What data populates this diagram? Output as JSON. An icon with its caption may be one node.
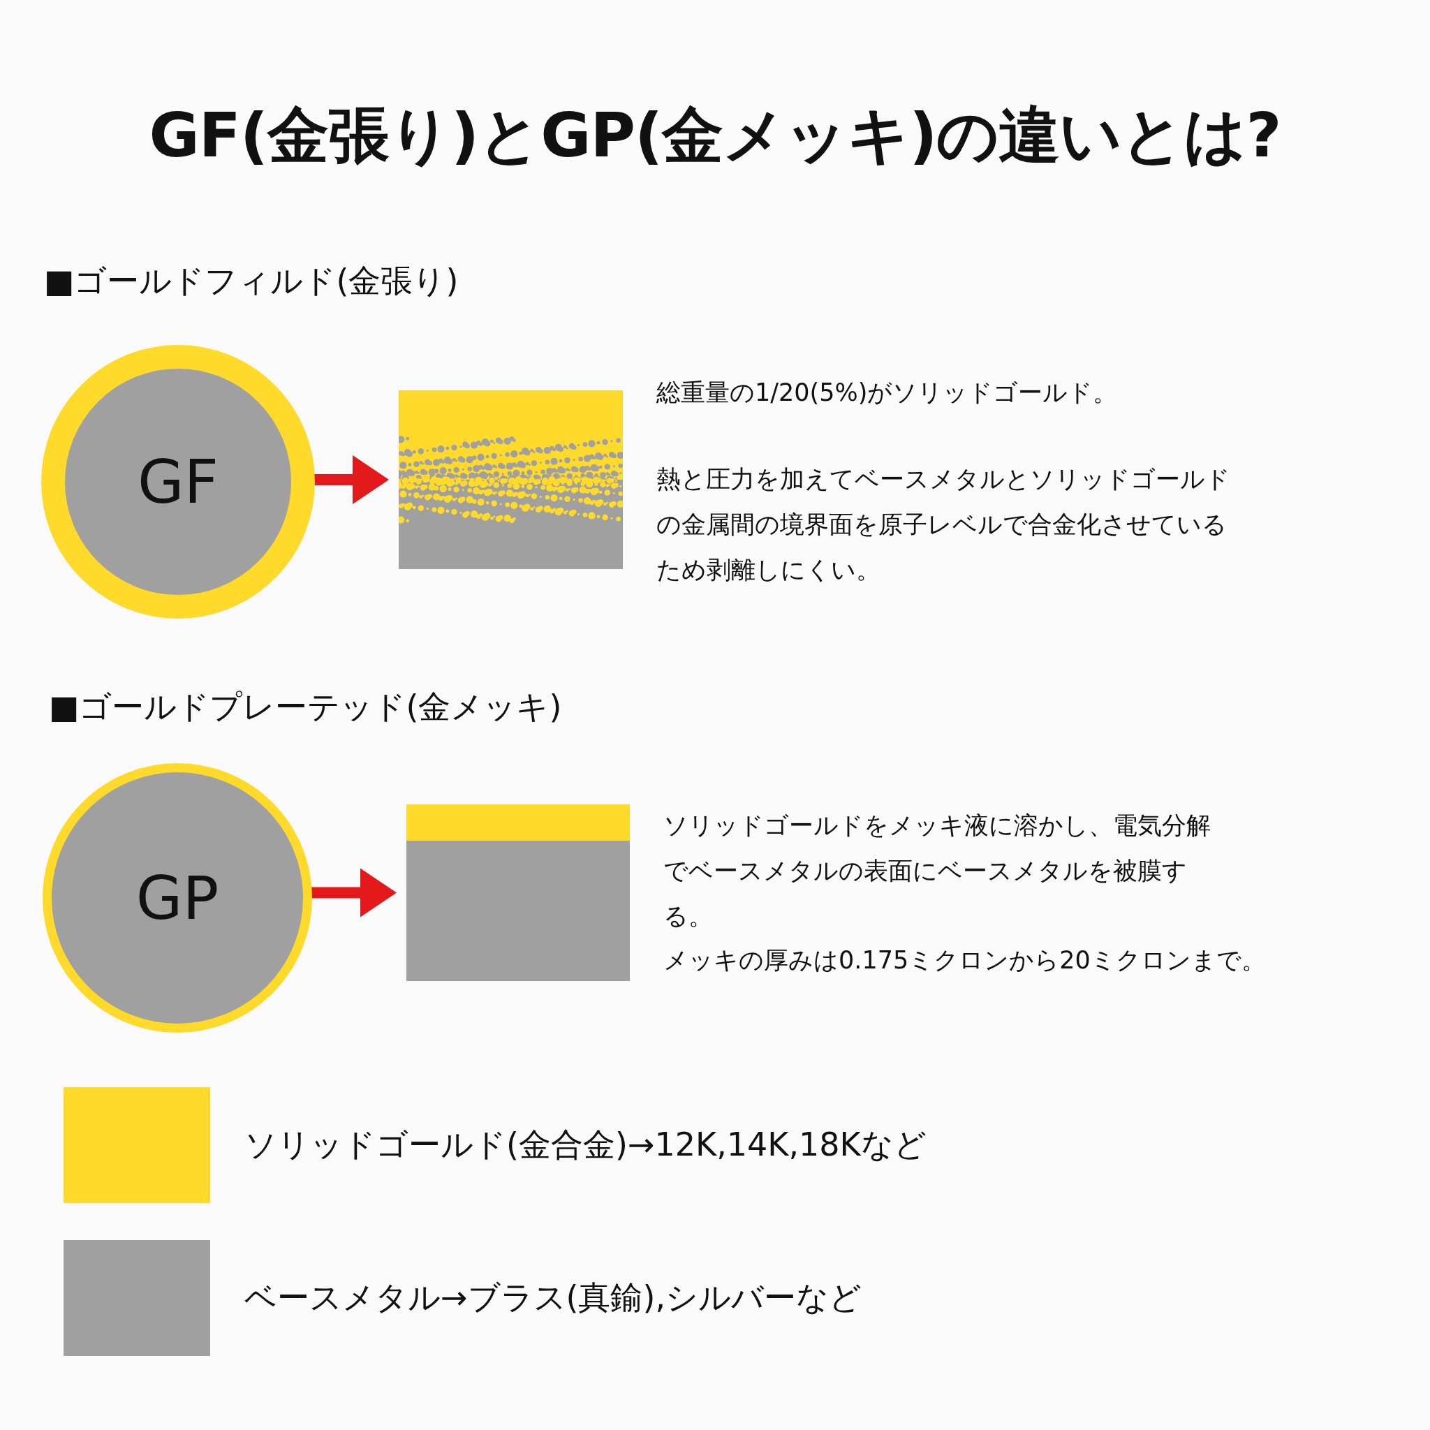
{
  "diagram": {
    "title": "GF(金張り)とGP(金メッキ)の違いとは?",
    "nodes": [
      {
        "text": [
          "GF"
        ]
      },
      {
        "text": [],
        "shape": "picture"
      },
      {
        "text": [
          "GP"
        ]
      },
      {
        "text": [],
        "shape": "box"
      }
    ],
    "edges": [
      {
        "from": 0,
        "to": 1,
        "arrow": "to"
      },
      {
        "from": 2,
        "to": 3,
        "arrow": "to"
      }
    ],
    "labels": [
      "■ゴールドフィルド(金張り)",
      "総重量の1/20(5%)がソリッドゴールド。",
      "熱と圧力を加えてベースメタルとソリッドゴールドの金属間の境界面を原子レベルで合金化させているため剥離しにくい。",
      "■ゴールドプレーテッド(金メッキ)",
      "ソリッドゴールドをメッキ液に溶かし、電気分解でベースメタルの表面にベースメタルを被膜する。",
      "メッキの厚みは0.175ミクロンから20ミクロンまで。"
    ],
    "legend": [
      {
        "text": "ソリッドゴールド(金合金)→12K,14K,18Kなど",
        "color": "#ffda2a"
      },
      {
        "text": "ベースメタル→ブラス(真鍮),シルバーなど",
        "color": "#a0a0a0"
      }
    ]
  }
}
